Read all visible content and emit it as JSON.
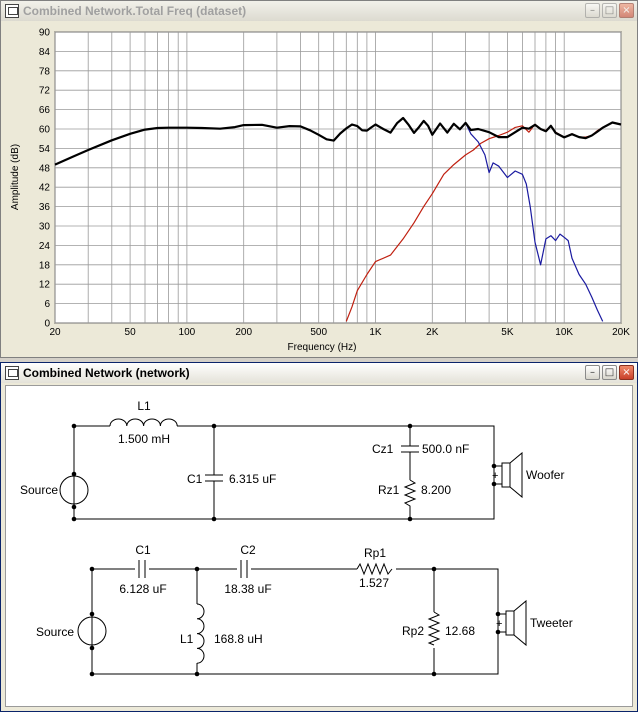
{
  "graph_window": {
    "title": "Combined Network.Total Freq (dataset)",
    "xlabel": "Frequency (Hz)",
    "ylabel": "Amplitude (dB)"
  },
  "network_window": {
    "title": "Combined Network (network)"
  },
  "chart_data": {
    "type": "line",
    "xscale": "log",
    "xlim": [
      20,
      20000
    ],
    "ylim": [
      0,
      90
    ],
    "grid": true,
    "xlabel": "Frequency (Hz)",
    "ylabel": "Amplitude (dB)",
    "y_ticks": [
      "90",
      "84",
      "78",
      "72",
      "66",
      "60",
      "54",
      "48",
      "42",
      "36",
      "30",
      "24",
      "18",
      "12",
      "6",
      "0"
    ],
    "x_ticks": [
      {
        "v": 20,
        "l": "20"
      },
      {
        "v": 50,
        "l": "50"
      },
      {
        "v": 100,
        "l": "100"
      },
      {
        "v": 200,
        "l": "200"
      },
      {
        "v": 500,
        "l": "500"
      },
      {
        "v": 1000,
        "l": "1K"
      },
      {
        "v": 2000,
        "l": "2K"
      },
      {
        "v": 5000,
        "l": "5K"
      },
      {
        "v": 10000,
        "l": "10K"
      },
      {
        "v": 20000,
        "l": "20K"
      }
    ],
    "series": [
      {
        "key": "black",
        "color": "#000000",
        "width": 2.2,
        "x": [
          20,
          25,
          30,
          40,
          50,
          60,
          70,
          80,
          100,
          120,
          150,
          180,
          200,
          250,
          300,
          350,
          400,
          450,
          500,
          550,
          600,
          650,
          700,
          750,
          800,
          850,
          900,
          950,
          1000,
          1100,
          1200,
          1300,
          1400,
          1500,
          1600,
          1700,
          1800,
          1900,
          2000,
          2200,
          2400,
          2600,
          2800,
          3000,
          3200,
          3500,
          4000,
          4500,
          5000,
          5500,
          6000,
          6500,
          7000,
          7500,
          8000,
          8500,
          9000,
          10000,
          11000,
          12000,
          13000,
          14000,
          15000,
          16000,
          18000,
          20000
        ],
        "y": [
          49,
          51.5,
          53.5,
          56.5,
          58.5,
          59.8,
          60.3,
          60.4,
          60.4,
          60.3,
          60.1,
          60.6,
          61.2,
          61.3,
          60.4,
          60.9,
          60.8,
          59.6,
          58.2,
          56.8,
          56.4,
          58.6,
          60.2,
          61.4,
          60.9,
          59.6,
          59.5,
          60.5,
          61.4,
          60.0,
          58.9,
          61.8,
          63.4,
          61.2,
          58.8,
          60.6,
          62.5,
          61.0,
          58.2,
          61.7,
          58.9,
          61.6,
          59.9,
          61.9,
          59.7,
          60.0,
          59.0,
          57.5,
          57.5,
          59.0,
          60.4,
          60.1,
          61.3,
          60.0,
          59.3,
          61.0,
          58.8,
          57.4,
          58.4,
          57.5,
          57.2,
          58.0,
          59.2,
          60.4,
          62.0,
          61.4
        ]
      },
      {
        "key": "blue",
        "color": "#1a1aa0",
        "width": 1.2,
        "x": [
          20,
          25,
          30,
          40,
          50,
          60,
          70,
          80,
          100,
          120,
          150,
          180,
          200,
          250,
          300,
          350,
          400,
          450,
          500,
          550,
          600,
          650,
          700,
          750,
          800,
          850,
          900,
          950,
          1000,
          1100,
          1200,
          1300,
          1400,
          1500,
          1600,
          1700,
          1800,
          1900,
          2000,
          2200,
          2400,
          2600,
          2800,
          3000,
          3200,
          3500,
          3800,
          4000,
          4200,
          4500,
          5000,
          5500,
          6000,
          6300,
          6600,
          7000,
          7500,
          8000,
          8500,
          9000,
          9500,
          10000,
          10500,
          11000,
          12000,
          13000,
          14000,
          15000,
          16000
        ],
        "y": [
          49,
          51.5,
          53.5,
          56.5,
          58.5,
          59.8,
          60.3,
          60.4,
          60.4,
          60.3,
          60.1,
          60.6,
          61.2,
          61.3,
          60.4,
          60.9,
          60.8,
          59.6,
          58.2,
          56.8,
          56.4,
          58.6,
          60.2,
          61.4,
          60.9,
          59.6,
          59.5,
          60.5,
          61.4,
          60.0,
          58.9,
          61.8,
          63.4,
          61.2,
          58.8,
          60.6,
          62.5,
          61.0,
          58.2,
          61.7,
          58.9,
          61.6,
          59.9,
          61.9,
          58.5,
          56.0,
          52.0,
          46.5,
          49.5,
          48.5,
          45.0,
          47.0,
          46.0,
          43.0,
          36.0,
          25.0,
          18.0,
          26.0,
          27.0,
          25.5,
          27.5,
          26.5,
          25.5,
          20.0,
          15.0,
          12.0,
          8.0,
          4.0,
          0.5
        ]
      },
      {
        "key": "red",
        "color": "#c02010",
        "width": 1.2,
        "x": [
          700,
          750,
          800,
          900,
          1000,
          1200,
          1400,
          1600,
          1800,
          2000,
          2300,
          2600,
          3000,
          3300,
          3600,
          4000,
          4500,
          5000,
          5500,
          6000,
          6500,
          7000,
          7500,
          8000,
          8500,
          9000,
          10000,
          11000,
          12000,
          13000,
          14000,
          15000,
          16000,
          18000,
          20000
        ],
        "y": [
          0.5,
          5,
          10,
          15,
          19,
          21,
          26,
          31,
          36,
          40,
          46,
          49,
          52,
          53.5,
          55.5,
          57,
          58,
          59,
          60.5,
          61,
          59,
          61.5,
          60,
          59.5,
          61,
          59,
          57.5,
          58.5,
          57.5,
          57.5,
          58,
          59.5,
          60.5,
          62,
          61.5
        ]
      }
    ]
  },
  "woofer_net": {
    "l1_name": "L1",
    "l1_value": "1.500 mH",
    "c1_name": "C1",
    "c1_value": "6.315 uF",
    "cz1_name": "Cz1",
    "cz1_value": "500.0 nF",
    "rz1_name": "Rz1",
    "rz1_value": "8.200",
    "source_label": "Source",
    "driver_label": "Woofer",
    "plus": "+"
  },
  "tweeter_net": {
    "c1_name": "C1",
    "c1_value": "6.128 uF",
    "c2_name": "C2",
    "c2_value": "18.38 uF",
    "l1_name": "L1",
    "l1_value": "168.8 uH",
    "rp1_name": "Rp1",
    "rp1_value": "1.527",
    "rp2_name": "Rp2",
    "rp2_value": "12.68",
    "source_label": "Source",
    "driver_label": "Tweeter",
    "plus": "+"
  }
}
